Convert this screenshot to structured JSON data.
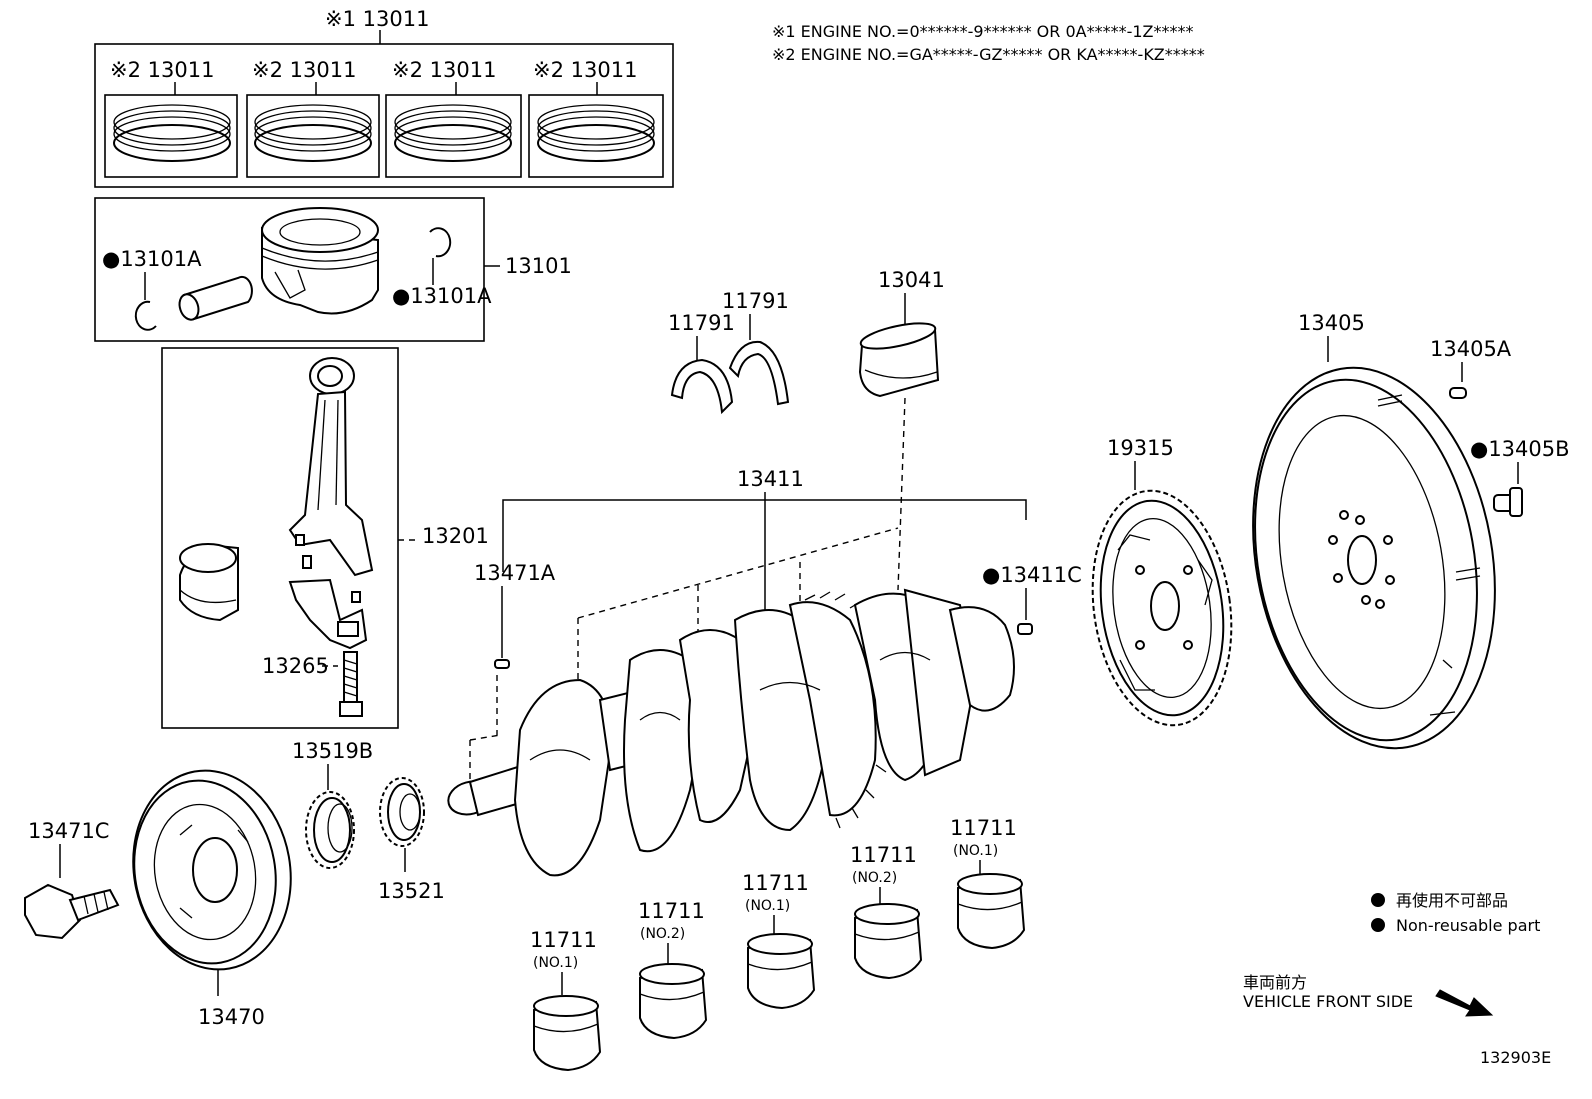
{
  "notes": {
    "note1": "※1 ENGINE NO.=0******-9****** OR 0A*****-1Z*****",
    "note2": "※2 ENGINE NO.=GA*****-GZ***** OR KA*****-KZ*****"
  },
  "labels": {
    "ring_set_top": "※1 13011",
    "ring_set_1": "※2 13011",
    "ring_set_2": "※2 13011",
    "ring_set_3": "※2 13011",
    "ring_set_4": "※2 13011",
    "snap_ring_left": "●13101A",
    "snap_ring_right": "●13101A",
    "piston_sub": "13101",
    "conrod": "13201",
    "conrod_bolt": "13265",
    "thrust_washer_1": "11791",
    "thrust_washer_2": "11791",
    "rod_bearing": "13041",
    "crankshaft": "13411",
    "key_front": "13471A",
    "pin_rear": "●13411C",
    "drive_plate": "13405",
    "drive_plate_pin": "13405A",
    "drive_plate_bolt": "●13405B",
    "timing_rotor": "19315",
    "pulley_bolt": "13471C",
    "crank_pulley": "13470",
    "sprocket_13519b": "13519B",
    "sprocket_13521": "13521",
    "bearing_a_no": "11711",
    "bearing_a_sub": "(NO.1)",
    "bearing_b_no": "11711",
    "bearing_b_sub": "(NO.2)",
    "bearing_c_no": "11711",
    "bearing_c_sub": "(NO.1)",
    "bearing_d_no": "11711",
    "bearing_d_sub": "(NO.2)",
    "bearing_e_no": "11711",
    "bearing_e_sub": "(NO.1)"
  },
  "legend": {
    "jp": "再使用不可部品",
    "en": "Non-reusable part"
  },
  "direction": {
    "jp": "車両前方",
    "en": "VEHICLE FRONT SIDE"
  },
  "diagram_code": "132903E"
}
